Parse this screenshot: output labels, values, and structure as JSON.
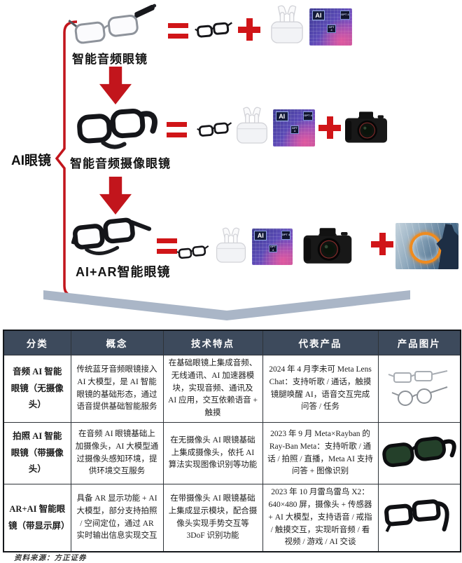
{
  "diagram": {
    "bracket_label": "AI眼镜",
    "stage1_label": "智能音频眼镜",
    "stage2_label": "智能音频摄像眼镜",
    "stage3_label": "AI+AR智能眼镜",
    "equals_symbol": "=",
    "plus_symbol": "+",
    "chip": {
      "ai": "AI",
      "gpt": "GPT 4"
    },
    "colors": {
      "accent_red": "#c2151c",
      "chevron": "#aab6c7",
      "header_bg": "#3d4a5c"
    }
  },
  "table": {
    "headers": [
      "分类",
      "概念",
      "技术特点",
      "代表产品",
      "产品图片"
    ],
    "rows": [
      {
        "category": "音频 AI 智能眼镜（无摄像头）",
        "concept": "传统蓝牙音频眼镜接入 AI 大模型，是 AI 智能眼镜的基础形态，通过语音提供基础智能服务",
        "features": "在基础眼镜上集成音频、无线通讯、AI 加速器模块，实现音频、通讯及 AI 应用，交互依赖语音 + 触摸",
        "products": "2024 年 4 月李未可 Meta Lens Chat：支持听歌 / 通话，触摸镜腿唤醒 AI，语音交互完成问答 / 任务",
        "image": "light-frame-glasses"
      },
      {
        "category": "拍照 AI 智能眼镜（带摄像头）",
        "concept": "在音频 AI 眼镜基础上加摄像头，AI 大模型通过摄像头感知环境，提供环境交互服务",
        "features": "在无摄像头 AI 眼镜基础上集成摄像头，依托 AI 算法实现图像识别等功能",
        "products": "2023 年 9 月 Meta×Rayban 的 Ray-Ban Meta：支持听歌 / 通话 / 拍照 / 直播，Meta AI 支持问答 + 图像识别",
        "image": "rayban-meta-sunglasses"
      },
      {
        "category": "AR+AI 智能眼镜（带显示屏）",
        "concept": "具备 AR 显示功能 + AI 大模型，部分支持拍照 / 空间定位，通过 AR 实时输出信息实现交互",
        "features": "在带摄像头 AI 眼镜基础上集成显示模块，配合摄像头实现手势交互等 3DoF 识别功能",
        "products": "2023 年 10 月雷鸟雷鸟 X2：640×480 屏，摄像头 + 传感器 + AI 大模型，支持语音 / 戒指 / 触摸交互，实现听音频 / 看视频 / 游戏 / AI 交谈",
        "image": "thunderbird-x2-glasses"
      }
    ]
  },
  "source_note": "资料来源：方正证券"
}
